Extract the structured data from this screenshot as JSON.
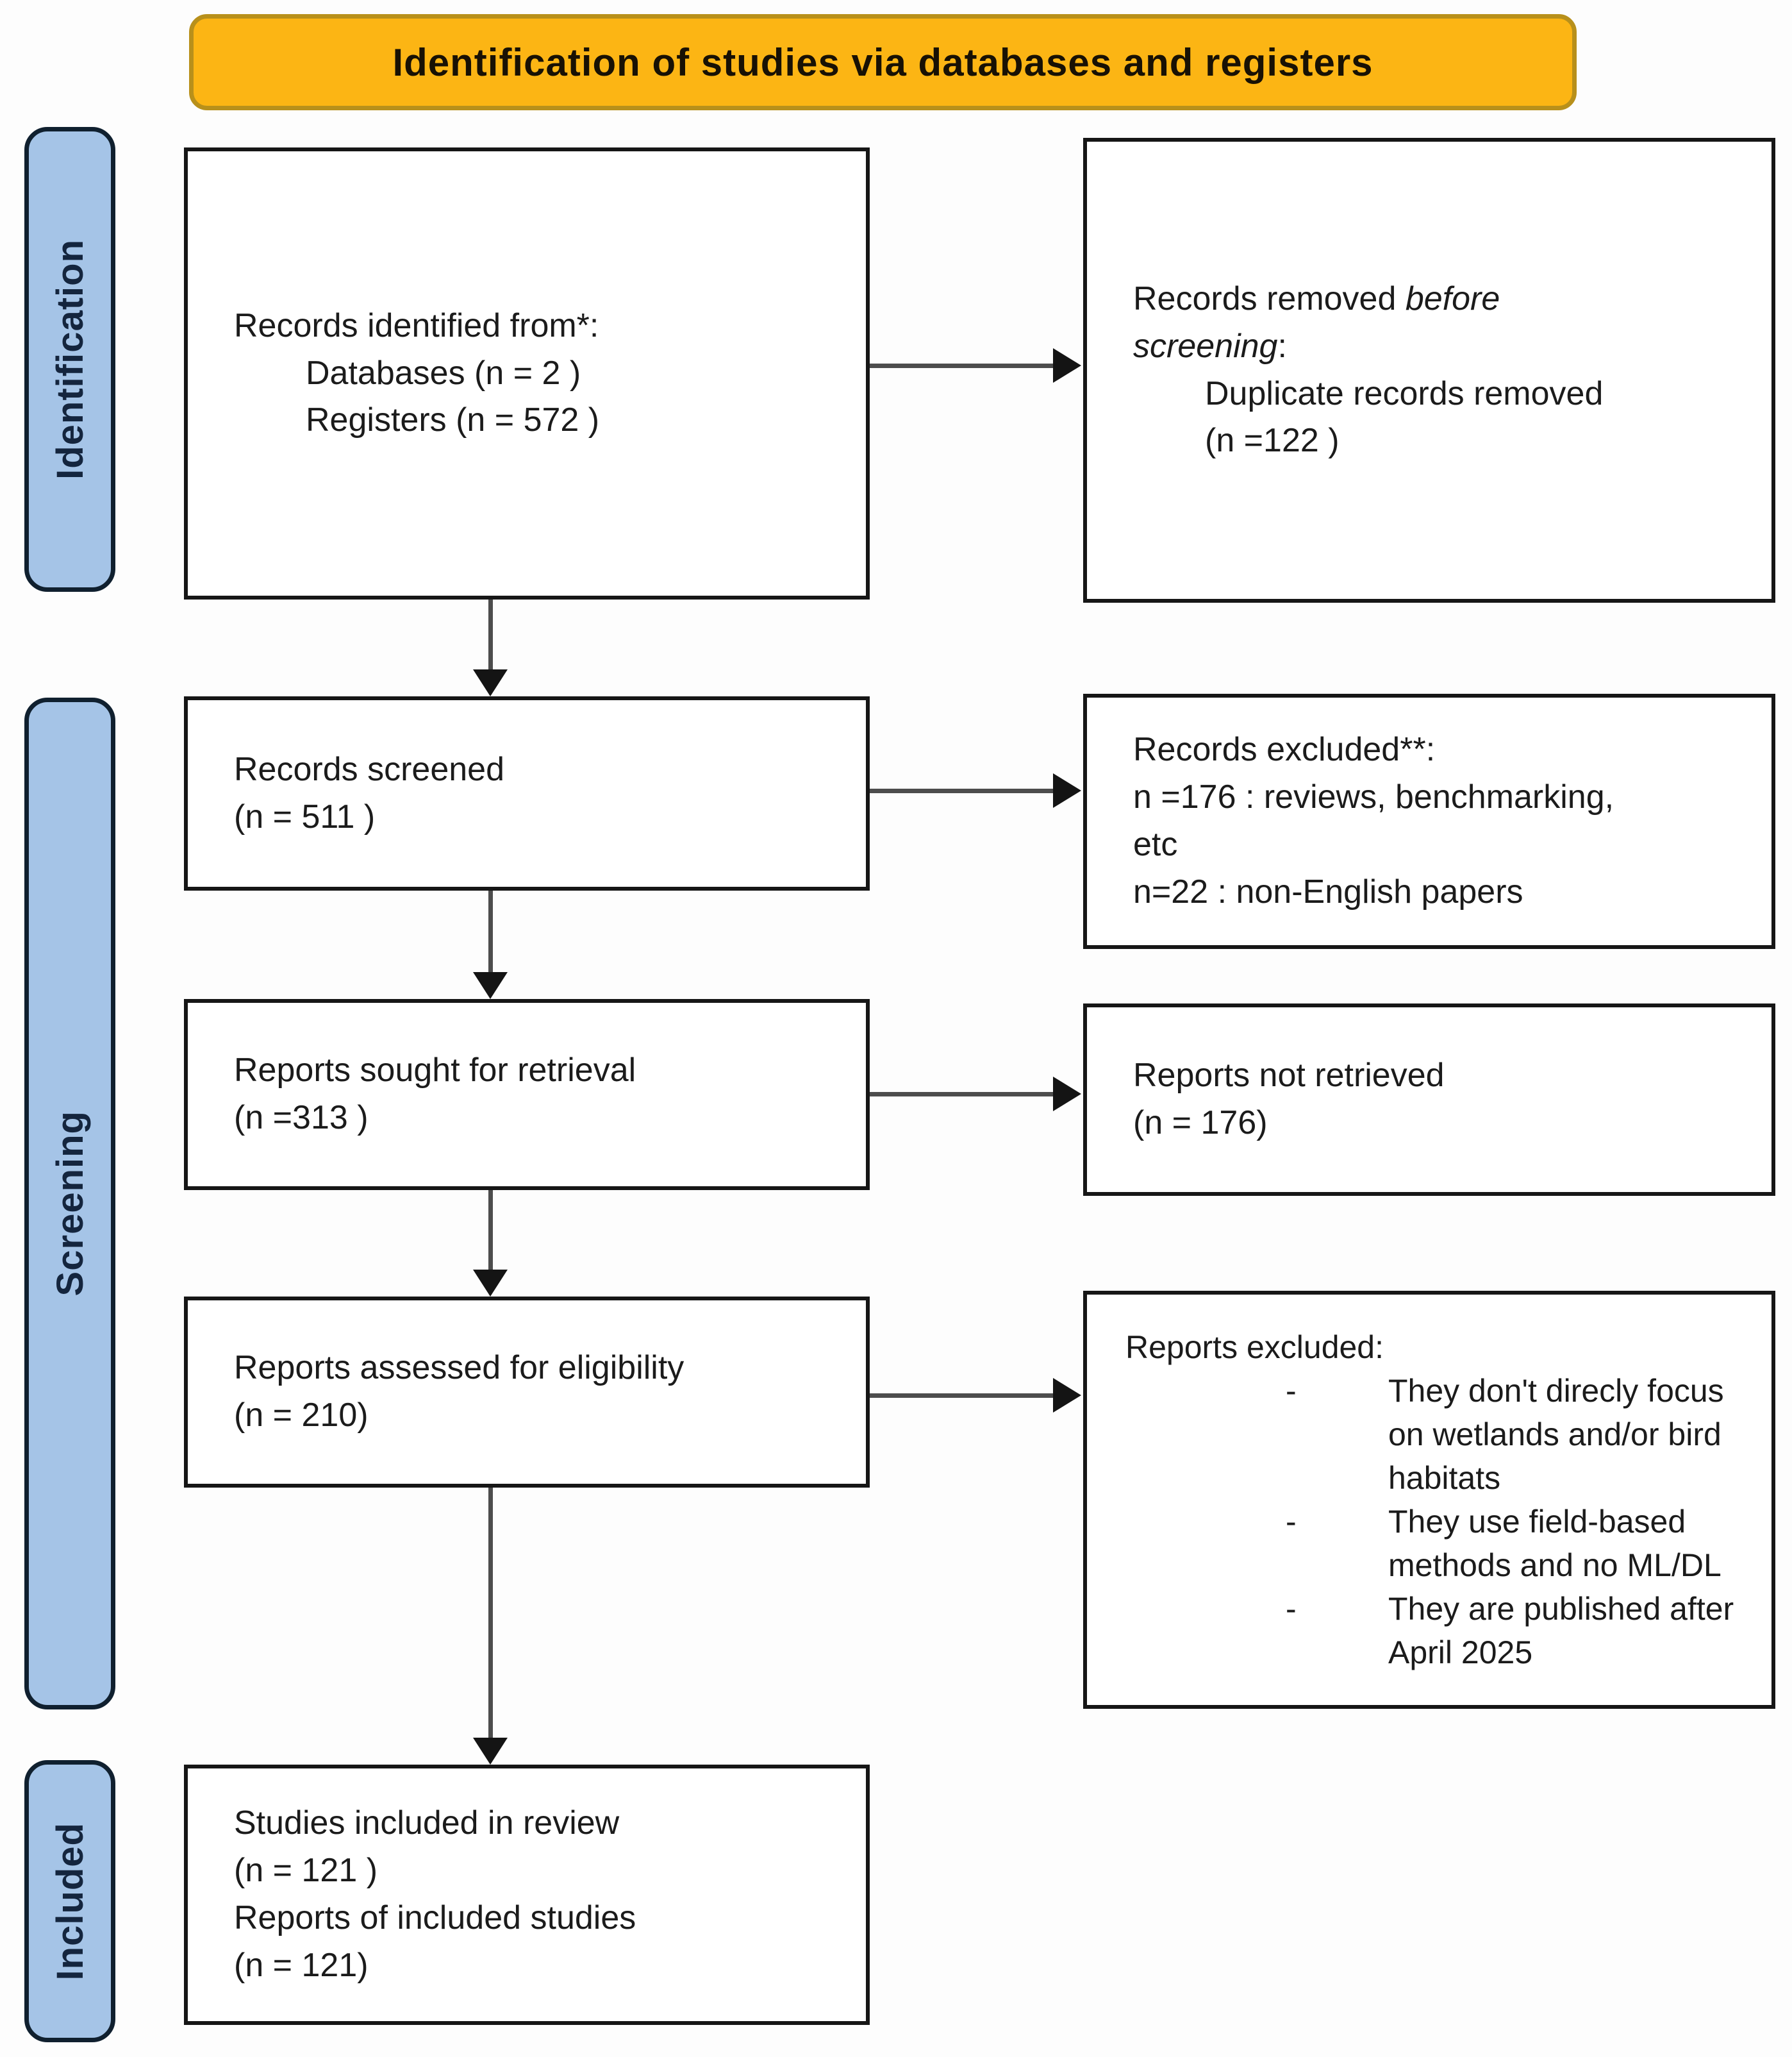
{
  "title": "Identification of studies via databases and registers",
  "colors": {
    "banner_fill": "#FCB514",
    "banner_border": "#B8901B",
    "sidebar_fill": "#A5C4E7",
    "sidebar_border": "#10202F",
    "sidebar_text": "#14253E",
    "arrow_line": "#4D4D4D",
    "arrow_head": "#141414"
  },
  "sidebar": {
    "identification": "Identification",
    "screening": "Screening",
    "included": "Included"
  },
  "boxes": {
    "records_identified": {
      "line1": "Records identified from*:",
      "line2": "Databases (n = 2 )",
      "line3": "Registers (n = 572 )"
    },
    "records_removed": {
      "line1_pre": "Records removed ",
      "line1_italic": "before",
      "line2_italic": "screening",
      "line2_post": ":",
      "line3": "Duplicate records removed",
      "line4": "(n =122  )"
    },
    "records_screened": {
      "line1": "Records screened",
      "line2": "(n = 511 )"
    },
    "records_excluded": {
      "line1": "Records excluded**:",
      "line2": "n =176 : reviews, benchmarking,",
      "line3": "etc",
      "line4": "n=22 : non-English papers"
    },
    "reports_sought": {
      "line1": "Reports sought for retrieval",
      "line2": "(n =313 )"
    },
    "reports_not_retrieved": {
      "line1": "Reports not retrieved",
      "line2": "(n = 176)"
    },
    "reports_assessed": {
      "line1": "Reports assessed for eligibility",
      "line2": "(n = 210)"
    },
    "reports_excluded": {
      "title": "Reports excluded:",
      "bullet_marker": "-",
      "bullets": [
        "They don't direcly focus on wetlands and/or bird habitats",
        "They use field-based methods and no ML/DL",
        "They are published after April 2025"
      ]
    },
    "studies_included": {
      "line1": "Studies included in review",
      "line2": "(n = 121 )",
      "line3": "Reports of included studies",
      "line4": "(n = 121)"
    }
  }
}
